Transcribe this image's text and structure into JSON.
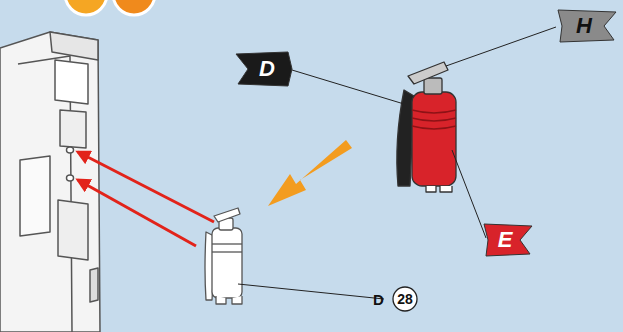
{
  "diagram": {
    "nodes": [
      {
        "text": [
          "D"
        ]
      },
      {
        "text": [
          "H"
        ]
      },
      {
        "text": [
          "E"
        ]
      },
      {
        "text": [
          "28"
        ]
      }
    ],
    "labels": [
      "D"
    ]
  }
}
